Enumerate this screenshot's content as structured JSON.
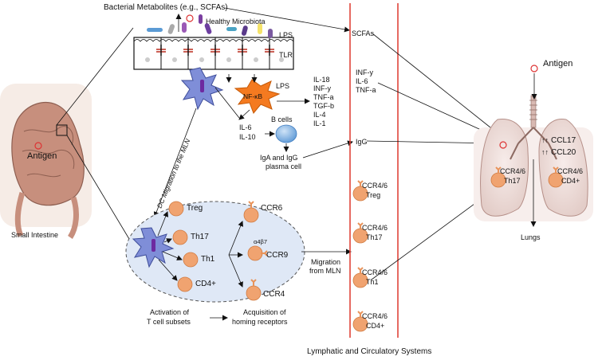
{
  "labels": {
    "bacterial_metabolites": "Bacterial Metabolites (e.g., SCFAs)",
    "healthy_microbiota": "Healthy Microbiota",
    "lps_top": "LPS",
    "tlr": "TLR",
    "lps_nfkb": "LPS",
    "nfkb": "NF-κB",
    "cytokines_col1": [
      "IL-18",
      "INF-y",
      "TNF-a",
      "TGF-b",
      "IL-4",
      "IL-1"
    ],
    "il_lower": [
      "IL-6",
      "IL-10"
    ],
    "b_cells": "B cells",
    "plasma_cell": [
      "IgA and IgG",
      "plasma cell"
    ],
    "dc_migration": "DC Migration to the MLN",
    "antigen_intestine": "Antigen",
    "small_intestine": "Small Intestine",
    "mln_cells": [
      "Treg",
      "Th17",
      "Th1",
      "CD4+"
    ],
    "receptors": [
      "CCR6",
      "α4β7",
      "CCR9",
      "CCR4"
    ],
    "activation": [
      "Activation of",
      "T cell subsets"
    ],
    "acquisition": [
      "Acquisition of",
      "homing receptors"
    ],
    "migration": [
      "Migration",
      "from MLN"
    ],
    "lymphatic": "Lymphatic and Circulatory Systems",
    "scfas": "SCFAs",
    "cytokines_col2": [
      "INF-y",
      "IL-6",
      "TNF-a"
    ],
    "igg": "IgG",
    "circ_cells": [
      {
        "receptor": "CCR4/6",
        "type": "Treg"
      },
      {
        "receptor": "CCR4/6",
        "type": "Th17"
      },
      {
        "receptor": "CCR4/6",
        "type": "Th1"
      },
      {
        "receptor": "CCR4/6",
        "type": "CD4+"
      }
    ],
    "antigen_lung": "Antigen",
    "ccl17": "CCL17",
    "ccl20": "CCL20",
    "lung_cell_left": {
      "receptor": "CCR4/6",
      "type": "Th17"
    },
    "lung_cell_right": {
      "receptor": "CCR4/6",
      "type": "CD4+"
    },
    "lungs": "Lungs"
  },
  "colors": {
    "vessel_red": "#e0453a",
    "t_cell_orange": "#e8935a",
    "t_cell_fill": "#f0a370",
    "nfkb_orange": "#f47a20",
    "dc_blue": "#7f8ed8",
    "mln_fill": "#dfe8f6",
    "lung_fill": "#f3e4e0",
    "intestine_brown": "#b07a6a"
  }
}
